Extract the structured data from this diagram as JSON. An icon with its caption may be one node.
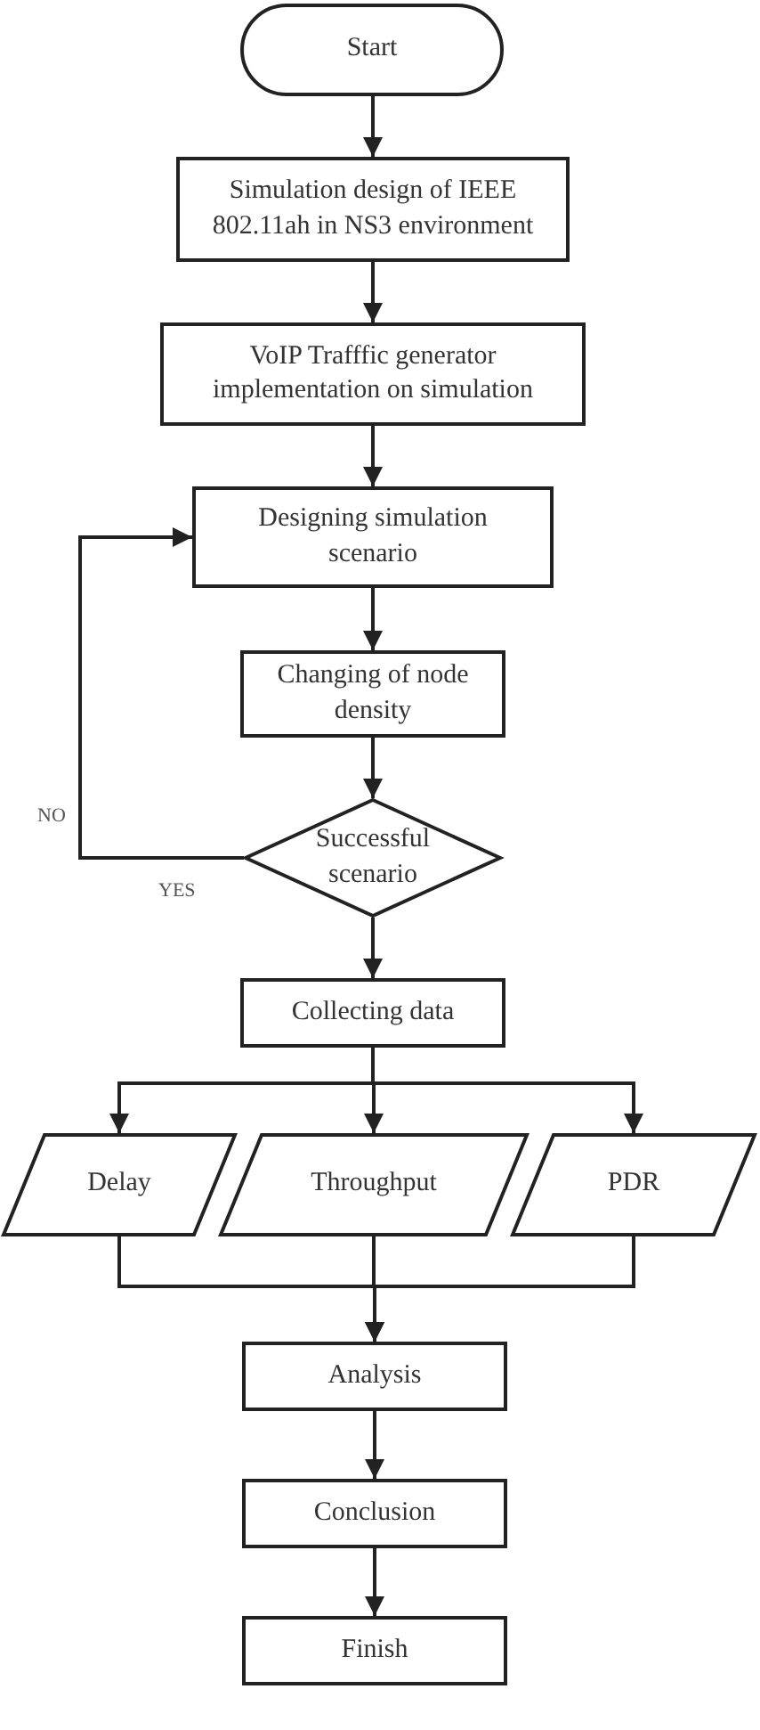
{
  "diagram": {
    "nodes": [
      {
        "text": [
          "Start"
        ]
      },
      {
        "text": [
          "Simulation design of IEEE 802.11ah in NS3 environment"
        ]
      },
      {
        "text": [
          "VoIP Trafffic generator implementation on simulation"
        ]
      },
      {
        "text": [
          "Designing simulation scenario"
        ]
      },
      {
        "text": [
          "Changing of node density"
        ]
      },
      {
        "text": [
          "Successful scenario"
        ]
      },
      {
        "text": [
          "Collecting data"
        ]
      },
      {
        "text": [
          "Delay"
        ]
      },
      {
        "text": [
          "Throughput"
        ]
      },
      {
        "text": [
          "PDR"
        ]
      },
      {
        "text": [
          "Analysis"
        ]
      },
      {
        "text": [
          "Conclusion"
        ]
      },
      {
        "text": [
          "Finish"
        ]
      }
    ],
    "edges": [
      {
        "from": 0,
        "to": 1,
        "arrow": "to"
      },
      {
        "from": 1,
        "to": 2,
        "arrow": "to"
      },
      {
        "from": 2,
        "to": 3,
        "arrow": "to"
      },
      {
        "from": 3,
        "to": 4,
        "arrow": "to"
      },
      {
        "from": 4,
        "to": 5,
        "arrow": "to"
      },
      {
        "from": 5,
        "to": 3,
        "arrow": "to",
        "label": "NO"
      },
      {
        "from": 5,
        "to": 6,
        "arrow": "to"
      },
      {
        "from": 6,
        "to": 7,
        "arrow": "to"
      },
      {
        "from": 6,
        "to": 8,
        "arrow": "to"
      },
      {
        "from": 6,
        "to": 9,
        "arrow": "to"
      },
      {
        "from": 7,
        "to": 10,
        "arrow": "to"
      },
      {
        "from": 8,
        "to": 10,
        "arrow": "to"
      },
      {
        "from": 9,
        "to": 10,
        "arrow": "to"
      },
      {
        "from": 10,
        "to": 11,
        "arrow": "to"
      },
      {
        "from": 11,
        "to": 12,
        "arrow": "to"
      }
    ],
    "labels": [
      "YES"
    ]
  }
}
